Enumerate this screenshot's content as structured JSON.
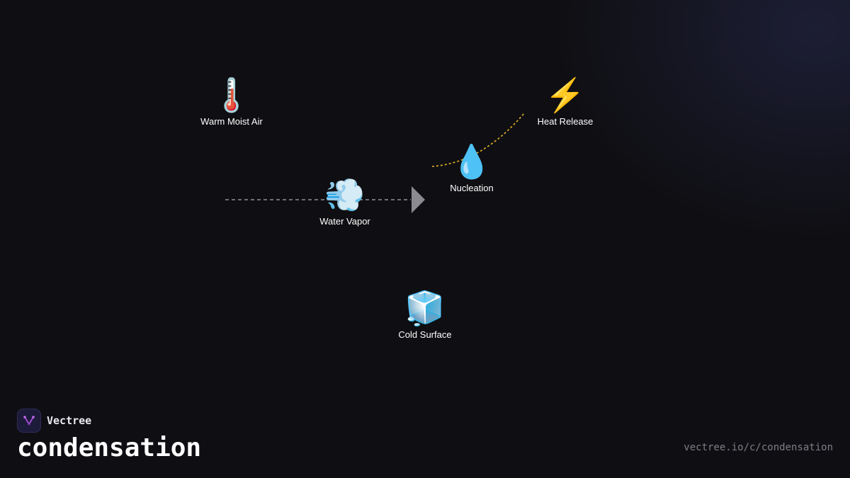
{
  "diagram": {
    "nodes": {
      "warm_moist_air": {
        "icon": "🌡️",
        "icon_name": "thermometer-icon",
        "label": "Warm Moist Air"
      },
      "heat_release": {
        "icon": "⚡",
        "icon_name": "lightning-icon",
        "label": "Heat Release"
      },
      "nucleation": {
        "icon": "💧",
        "icon_name": "droplet-icon",
        "label": "Nucleation"
      },
      "water_vapor": {
        "icon": "💨",
        "icon_name": "wind-icon",
        "label": "Water Vapor"
      },
      "cold_surface": {
        "icon": "🧊",
        "icon_name": "ice-cube-icon",
        "label": "Cold Surface"
      }
    },
    "edges": [
      {
        "from": "warm_moist_air",
        "to": "nucleation",
        "style": "dashed",
        "color": "#6e6e76",
        "arrow": true
      },
      {
        "from": "nucleation",
        "to": "heat_release",
        "style": "dotted",
        "color": "#e6b423",
        "arrow": false
      }
    ]
  },
  "brand": {
    "name": "Vectree",
    "logo_icon": "vectree-logo-icon",
    "accent": "#a64dd8"
  },
  "page": {
    "title": "condensation",
    "url": "vectree.io/c/condensation"
  },
  "colors": {
    "background": "#0f0f13",
    "text": "#ffffff",
    "muted": "#7d7d86"
  }
}
